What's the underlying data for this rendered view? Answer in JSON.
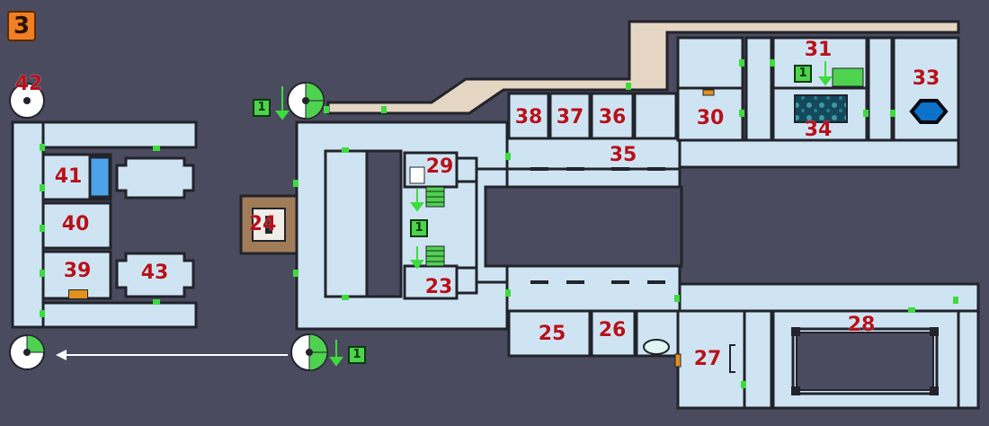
{
  "floor": {
    "label": "3",
    "badge_color": "#f27f22"
  },
  "colors": {
    "background": "#4a4b5e",
    "room_fill": "#cfe4f3",
    "wall": "#22232b",
    "door": "#3ddc3d",
    "outdoor_path": "#e5d6c3",
    "label": "#b5121b",
    "stairs": "#4fd24f",
    "elevator_fill": "#a07c58"
  },
  "stair_marker_label": "1",
  "rooms": [
    {
      "id": "r23",
      "label": "23"
    },
    {
      "id": "r24",
      "label": "24"
    },
    {
      "id": "r25",
      "label": "25"
    },
    {
      "id": "r26",
      "label": "26"
    },
    {
      "id": "r27",
      "label": "27"
    },
    {
      "id": "r28",
      "label": "28"
    },
    {
      "id": "r29",
      "label": "29"
    },
    {
      "id": "r30",
      "label": "30"
    },
    {
      "id": "r31",
      "label": "31"
    },
    {
      "id": "r33",
      "label": "33"
    },
    {
      "id": "r34",
      "label": "34"
    },
    {
      "id": "r35",
      "label": "35"
    },
    {
      "id": "r36",
      "label": "36"
    },
    {
      "id": "r37",
      "label": "37"
    },
    {
      "id": "r38",
      "label": "38"
    },
    {
      "id": "r39",
      "label": "39"
    },
    {
      "id": "r40",
      "label": "40"
    },
    {
      "id": "r41",
      "label": "41"
    },
    {
      "id": "r42",
      "label": "42"
    },
    {
      "id": "r43",
      "label": "43"
    }
  ],
  "icons": [
    "spiral-staircase-icon",
    "downstairs-arrow-icon",
    "stair-marker-icon",
    "warp-arrow-icon",
    "treasure-chest-icon",
    "water-pool-icon",
    "hexagon-switch-icon"
  ]
}
